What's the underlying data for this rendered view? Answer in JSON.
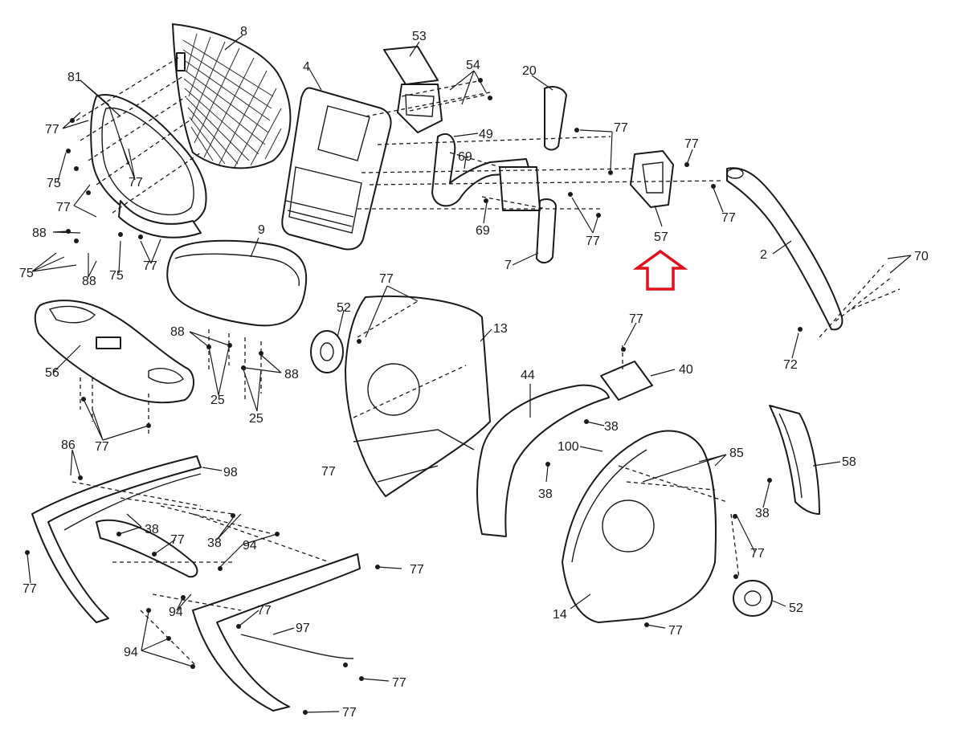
{
  "accent": {
    "highlight_arrow": "#e0101a"
  },
  "highlighted_part": "57",
  "callouts": {
    "c2": "2",
    "c4": "4",
    "c7": "7",
    "c8": "8",
    "c9": "9",
    "c13": "13",
    "c14": "14",
    "c20": "20",
    "c25a": "25",
    "c25b": "25",
    "c38a": "38",
    "c38b": "38",
    "c38c": "38",
    "c38d": "38",
    "c38e": "38",
    "c40": "40",
    "c44": "44",
    "c49": "49",
    "c52a": "52",
    "c52b": "52",
    "c53": "53",
    "c54": "54",
    "c56": "56",
    "c57": "57",
    "c58": "58",
    "c69a": "69",
    "c69b": "69",
    "c70": "70",
    "c72": "72",
    "c75a": "75",
    "c75b": "75",
    "c75c": "75",
    "c77a": "77",
    "c77b": "77",
    "c77c": "77",
    "c77d": "77",
    "c77e": "77",
    "c77f": "77",
    "c77g": "77",
    "c77h": "77",
    "c77i": "77",
    "c77j": "77",
    "c77k": "77",
    "c77l": "77",
    "c77m": "77",
    "c77n": "77",
    "c77o": "77",
    "c77p": "77",
    "c77q": "77",
    "c77r": "77",
    "c77s": "77",
    "c77t": "77",
    "c81": "81",
    "c85": "85",
    "c86": "86",
    "c88a": "88",
    "c88b": "88",
    "c88c": "88",
    "c88d": "88",
    "c94a": "94",
    "c94b": "94",
    "c94c": "94",
    "c97": "97",
    "c98": "98",
    "c100": "100"
  }
}
